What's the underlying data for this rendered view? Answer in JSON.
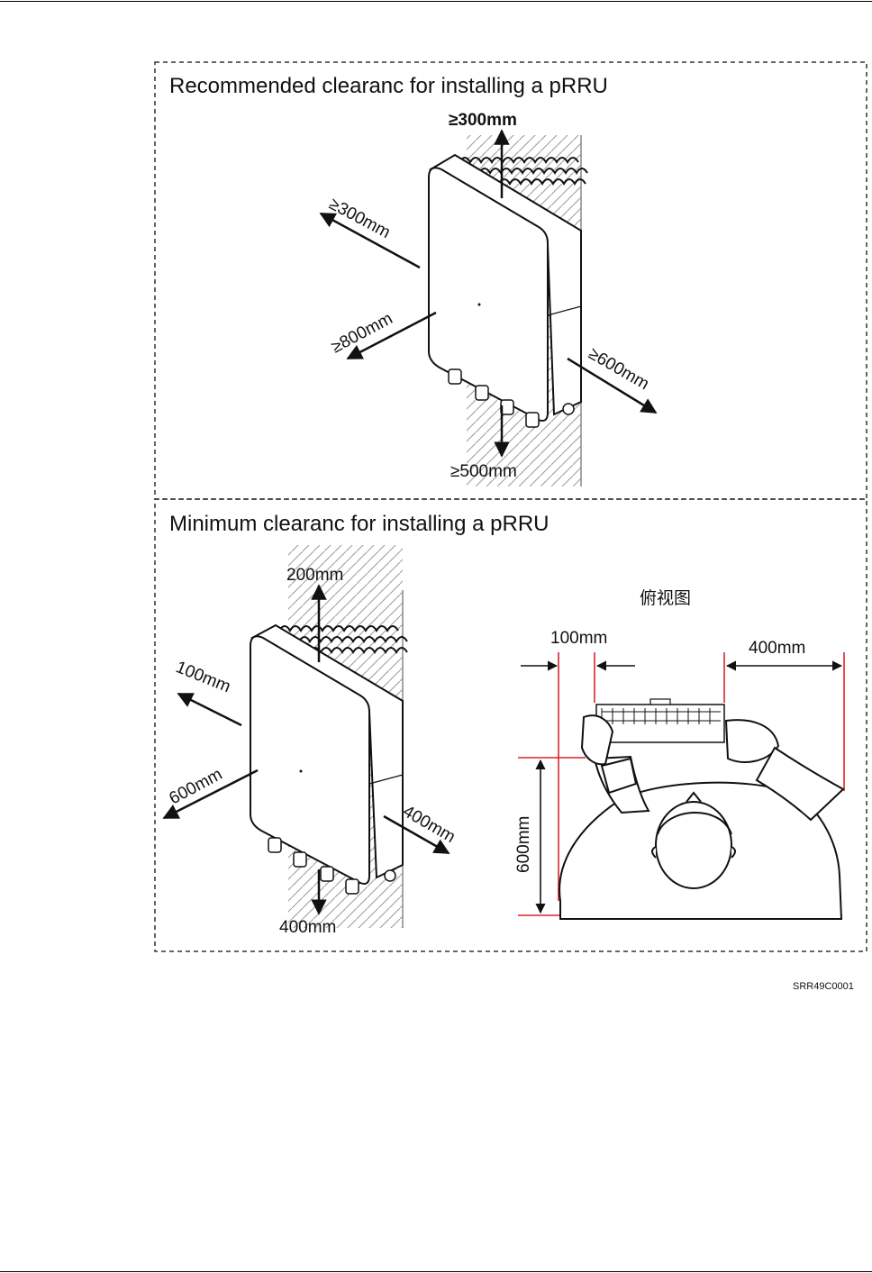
{
  "figure_code": "SRR49C0001",
  "recommended": {
    "title": "Recommended clearanc for installing a pRRU",
    "top": "≥300mm",
    "back_left": "≥300mm",
    "front_left": "≥800mm",
    "right": "≥600mm",
    "bottom": "≥500mm"
  },
  "minimum": {
    "title": "Minimum clearanc for installing a pRRU",
    "top": "200mm",
    "back_left": "100mm",
    "front_left": "600mm",
    "right": "400mm",
    "bottom": "400mm",
    "top_view": {
      "label": "俯视图",
      "left_gap": "100mm",
      "right_gap": "400mm",
      "depth": "600mm"
    }
  },
  "colors": {
    "line": "#111111",
    "dimension_red": "#d7262e",
    "hatch": "#9a9a9a"
  }
}
